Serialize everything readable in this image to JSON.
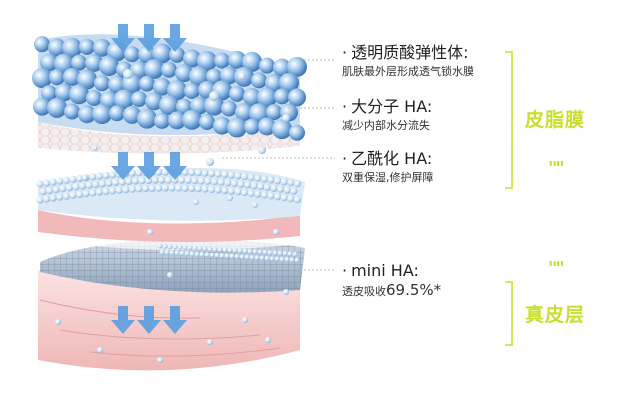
{
  "labels": [
    {
      "title": "透明质酸弹性体:",
      "desc": "肌肤最外层形成透气锁水膜"
    },
    {
      "title": "大分子 HA:",
      "desc": "减少内部水分流失"
    },
    {
      "title": "乙酰化 HA:",
      "desc": "双重保湿,修护屏障"
    },
    {
      "title": "mini HA:",
      "desc_prefix": "透皮吸收",
      "desc_value": "69.5%*"
    }
  ],
  "groups": {
    "upper": "皮脂膜",
    "lower": "真皮层",
    "quote_mark": "\"\""
  },
  "colors": {
    "accent": "#c8e02a",
    "arrow": "#5b9ee0",
    "bubble": "#7fb3e8",
    "skin": "#f3c9c8"
  },
  "icons": {
    "arrow": "down-arrow-icon",
    "bubble": "droplet-icon"
  }
}
